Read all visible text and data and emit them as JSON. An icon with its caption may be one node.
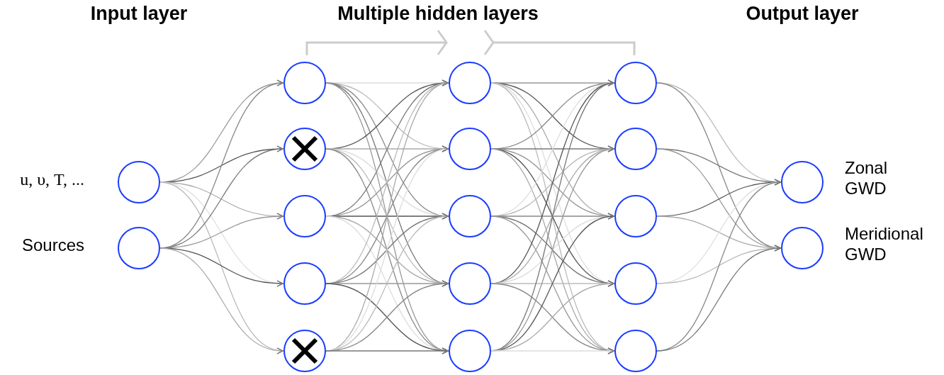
{
  "diagram": {
    "nodes": [
      {
        "text": [],
        "shape": "circle",
        "beside": [
          "u, υ, T, ..."
        ]
      },
      {
        "text": [],
        "shape": "circle",
        "beside": [
          "Sources"
        ]
      },
      {
        "text": [],
        "shape": "circle"
      },
      {
        "text": [],
        "shape": "circle"
      },
      {
        "text": [],
        "shape": "circle"
      },
      {
        "text": [],
        "shape": "circle"
      },
      {
        "text": [],
        "shape": "circle"
      },
      {
        "text": [],
        "shape": "circle"
      },
      {
        "text": [],
        "shape": "circle"
      },
      {
        "text": [],
        "shape": "circle"
      },
      {
        "text": [],
        "shape": "circle"
      },
      {
        "text": [],
        "shape": "circle"
      },
      {
        "text": [],
        "shape": "circle"
      },
      {
        "text": [],
        "shape": "circle"
      },
      {
        "text": [],
        "shape": "circle"
      },
      {
        "text": [],
        "shape": "circle"
      },
      {
        "text": [],
        "shape": "circle"
      },
      {
        "text": [],
        "shape": "circle",
        "beside": [
          "Zonal GWD"
        ]
      },
      {
        "text": [],
        "shape": "circle",
        "beside": [
          "Meridional GWD"
        ]
      }
    ],
    "edges": [
      {
        "from": 0,
        "to": 2,
        "arrow": "to"
      },
      {
        "from": 0,
        "to": 3,
        "arrow": "to"
      },
      {
        "from": 0,
        "to": 4,
        "arrow": "to"
      },
      {
        "from": 0,
        "to": 5,
        "arrow": "to"
      },
      {
        "from": 0,
        "to": 6,
        "arrow": "to"
      },
      {
        "from": 1,
        "to": 2,
        "arrow": "to"
      },
      {
        "from": 1,
        "to": 3,
        "arrow": "to"
      },
      {
        "from": 1,
        "to": 4,
        "arrow": "to"
      },
      {
        "from": 1,
        "to": 5,
        "arrow": "to"
      },
      {
        "from": 1,
        "to": 6,
        "arrow": "to"
      },
      {
        "from": 2,
        "to": 7,
        "arrow": "to"
      },
      {
        "from": 2,
        "to": 8,
        "arrow": "to"
      },
      {
        "from": 2,
        "to": 9,
        "arrow": "to"
      },
      {
        "from": 2,
        "to": 10,
        "arrow": "to"
      },
      {
        "from": 2,
        "to": 11,
        "arrow": "to"
      },
      {
        "from": 3,
        "to": 7,
        "arrow": "to"
      },
      {
        "from": 3,
        "to": 8,
        "arrow": "to"
      },
      {
        "from": 3,
        "to": 9,
        "arrow": "to"
      },
      {
        "from": 3,
        "to": 10,
        "arrow": "to"
      },
      {
        "from": 3,
        "to": 11,
        "arrow": "to"
      },
      {
        "from": 4,
        "to": 7,
        "arrow": "to"
      },
      {
        "from": 4,
        "to": 8,
        "arrow": "to"
      },
      {
        "from": 4,
        "to": 9,
        "arrow": "to"
      },
      {
        "from": 4,
        "to": 10,
        "arrow": "to"
      },
      {
        "from": 4,
        "to": 11,
        "arrow": "to"
      },
      {
        "from": 5,
        "to": 7,
        "arrow": "to"
      },
      {
        "from": 5,
        "to": 8,
        "arrow": "to"
      },
      {
        "from": 5,
        "to": 9,
        "arrow": "to"
      },
      {
        "from": 5,
        "to": 10,
        "arrow": "to"
      },
      {
        "from": 5,
        "to": 11,
        "arrow": "to"
      },
      {
        "from": 6,
        "to": 7,
        "arrow": "to"
      },
      {
        "from": 6,
        "to": 8,
        "arrow": "to"
      },
      {
        "from": 6,
        "to": 9,
        "arrow": "to"
      },
      {
        "from": 6,
        "to": 10,
        "arrow": "to"
      },
      {
        "from": 6,
        "to": 11,
        "arrow": "to"
      },
      {
        "from": 7,
        "to": 12,
        "arrow": "to"
      },
      {
        "from": 7,
        "to": 13,
        "arrow": "to"
      },
      {
        "from": 7,
        "to": 14,
        "arrow": "to"
      },
      {
        "from": 7,
        "to": 15,
        "arrow": "to"
      },
      {
        "from": 7,
        "to": 16,
        "arrow": "to"
      },
      {
        "from": 8,
        "to": 12,
        "arrow": "to"
      },
      {
        "from": 8,
        "to": 13,
        "arrow": "to"
      },
      {
        "from": 8,
        "to": 14,
        "arrow": "to"
      },
      {
        "from": 8,
        "to": 15,
        "arrow": "to"
      },
      {
        "from": 8,
        "to": 16,
        "arrow": "to"
      },
      {
        "from": 9,
        "to": 12,
        "arrow": "to"
      },
      {
        "from": 9,
        "to": 13,
        "arrow": "to"
      },
      {
        "from": 9,
        "to": 14,
        "arrow": "to"
      },
      {
        "from": 9,
        "to": 15,
        "arrow": "to"
      },
      {
        "from": 9,
        "to": 16,
        "arrow": "to"
      },
      {
        "from": 10,
        "to": 12,
        "arrow": "to"
      },
      {
        "from": 10,
        "to": 13,
        "arrow": "to"
      },
      {
        "from": 10,
        "to": 14,
        "arrow": "to"
      },
      {
        "from": 10,
        "to": 15,
        "arrow": "to"
      },
      {
        "from": 10,
        "to": 16,
        "arrow": "to"
      },
      {
        "from": 11,
        "to": 12,
        "arrow": "to"
      },
      {
        "from": 11,
        "to": 13,
        "arrow": "to"
      },
      {
        "from": 11,
        "to": 14,
        "arrow": "to"
      },
      {
        "from": 11,
        "to": 15,
        "arrow": "to"
      },
      {
        "from": 11,
        "to": 16,
        "arrow": "to"
      },
      {
        "from": 12,
        "to": 17,
        "arrow": "to"
      },
      {
        "from": 12,
        "to": 18,
        "arrow": "to"
      },
      {
        "from": 13,
        "to": 17,
        "arrow": "to"
      },
      {
        "from": 13,
        "to": 18,
        "arrow": "to"
      },
      {
        "from": 14,
        "to": 17,
        "arrow": "to"
      },
      {
        "from": 14,
        "to": 18,
        "arrow": "to"
      },
      {
        "from": 15,
        "to": 17,
        "arrow": "to"
      },
      {
        "from": 15,
        "to": 18,
        "arrow": "to"
      },
      {
        "from": 16,
        "to": 17,
        "arrow": "to"
      },
      {
        "from": 16,
        "to": 18,
        "arrow": "to"
      }
    ],
    "labels": [
      "Input layer",
      "Multiple hidden layers",
      "Output layer"
    ]
  }
}
